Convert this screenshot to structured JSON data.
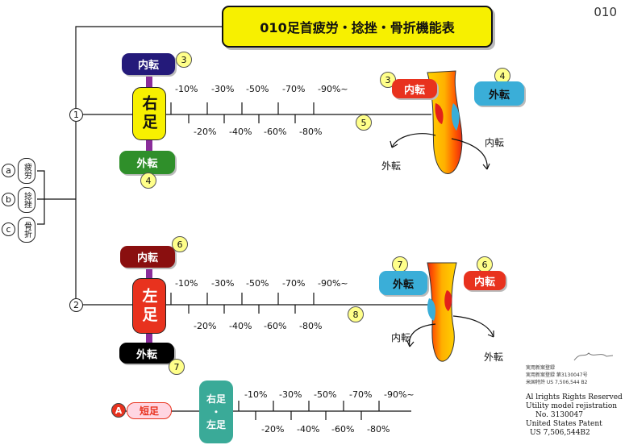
{
  "page_number": "010",
  "title": "010足首疲労・捻挫・骨折機能表",
  "conditions": [
    {
      "marker": "a",
      "label": "疲労"
    },
    {
      "marker": "b",
      "label": "捻挫"
    },
    {
      "marker": "c",
      "label": "骨折"
    }
  ],
  "right": {
    "branch": "1",
    "foot": "右足",
    "inward": "内転",
    "inward_num": "3",
    "outward": "外転",
    "outward_num": "4",
    "scale_num": "5",
    "diagram_in_num": "3",
    "diagram_in": "内転",
    "diagram_out_num": "4",
    "diagram_out": "外転",
    "arrow_left": "外転",
    "arrow_right": "内転"
  },
  "left": {
    "branch": "2",
    "foot": "左足",
    "inward": "内転",
    "inward_num": "6",
    "outward": "外転",
    "outward_num": "7",
    "scale_num": "8",
    "diagram_out_num": "7",
    "diagram_out": "外転",
    "diagram_in_num": "6",
    "diagram_in": "内転",
    "arrow_left": "内転",
    "arrow_right": "外転"
  },
  "short_leg": {
    "marker": "A",
    "label": "短足",
    "feet_top": "右足",
    "dot": "・",
    "feet_bottom": "左足"
  },
  "scale": {
    "upper": [
      "-10%",
      "-30%",
      "-50%",
      "-70%",
      "-90%~"
    ],
    "lower": [
      "-20%",
      "-40%",
      "-60%",
      "-80%"
    ]
  },
  "colors": {
    "title_bg": "#f7f000",
    "inward_dark": "#241a7a",
    "outward_green": "#2f8f2a",
    "inward_maroon": "#8a0f0f",
    "outward_black": "#000000",
    "blue": "#3aaed8",
    "red": "#e8321e",
    "teal": "#3aaa98"
  },
  "patent": {
    "small1": "実用新案登録",
    "small2": "実用新案登録 第3130047号",
    "small3": "米国特許 US 7,506,544 B2",
    "line1": "Al lrights Rights Reserved",
    "line2": "Utility model rejistration",
    "line3": "No. 3130047",
    "line4": "United States Patent",
    "line5": "US 7,506,544B2"
  }
}
